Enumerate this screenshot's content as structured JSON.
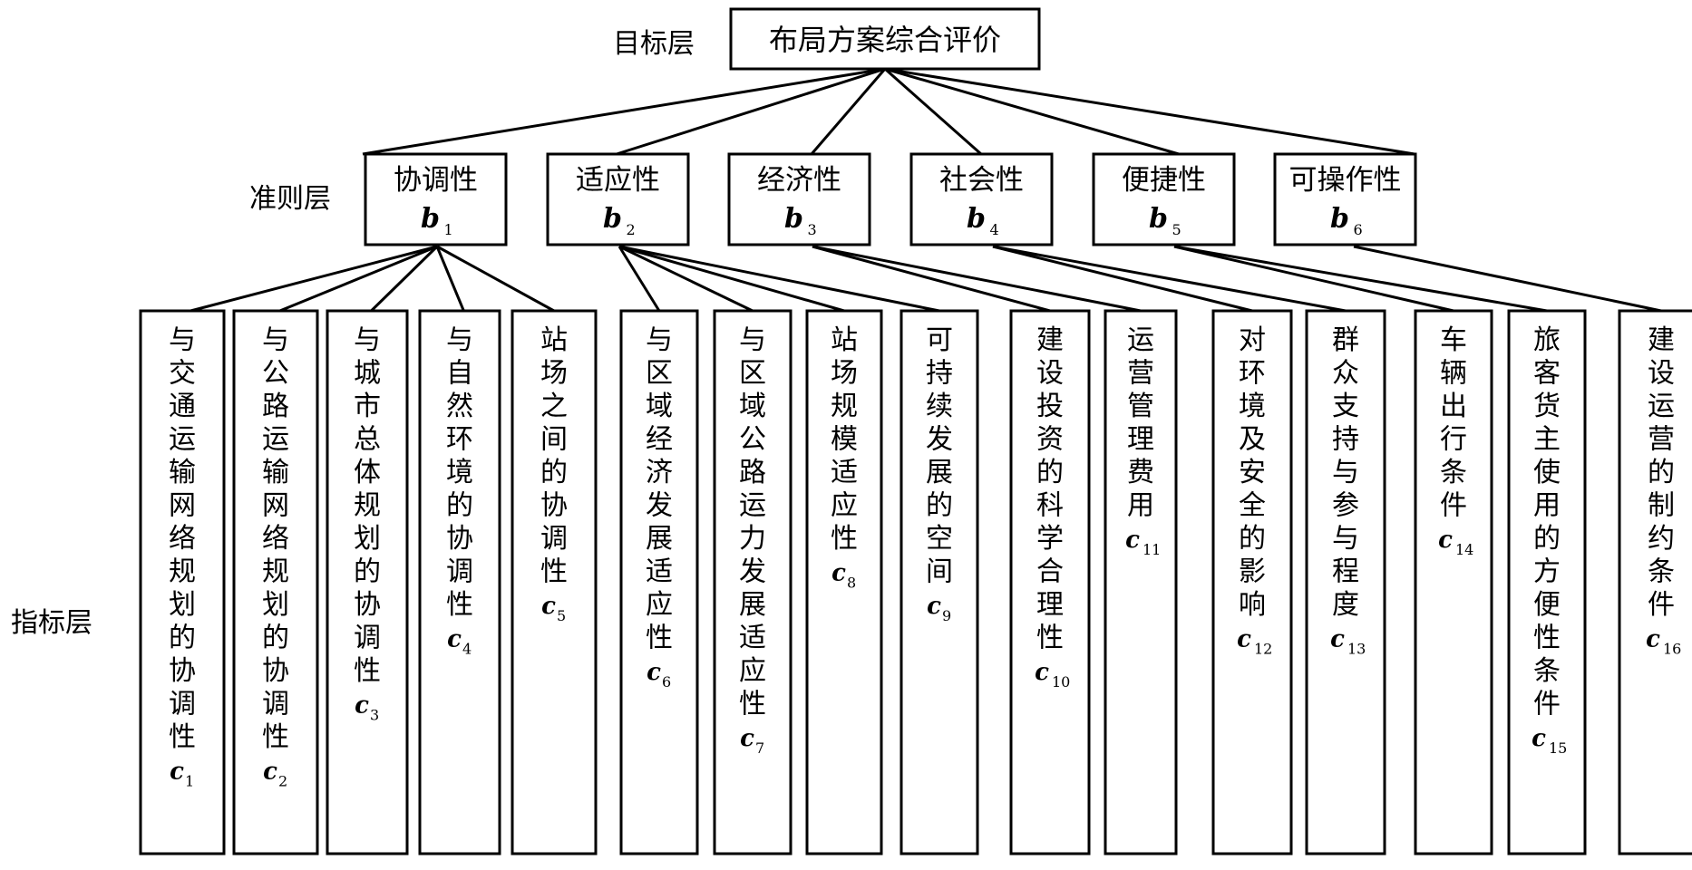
{
  "layers": {
    "goal_label": "目标层",
    "criteria_label": "准则层",
    "indicator_label": "指标层"
  },
  "goal": {
    "label": "布局方案综合评价"
  },
  "criteria": [
    {
      "label": "协调性",
      "var": "b",
      "sub": "1"
    },
    {
      "label": "适应性",
      "var": "b",
      "sub": "2"
    },
    {
      "label": "经济性",
      "var": "b",
      "sub": "3"
    },
    {
      "label": "社会性",
      "var": "b",
      "sub": "4"
    },
    {
      "label": "便捷性",
      "var": "b",
      "sub": "5"
    },
    {
      "label": "可操作性",
      "var": "b",
      "sub": "6"
    }
  ],
  "indicators": [
    {
      "label": "与交通运输网络规划的协调性",
      "var": "c",
      "sub": "1",
      "parent": 0
    },
    {
      "label": "与公路运输网络规划的协调性",
      "var": "c",
      "sub": "2",
      "parent": 0
    },
    {
      "label": "与城市总体规划的协调性",
      "var": "c",
      "sub": "3",
      "parent": 0
    },
    {
      "label": "与自然环境的协调性",
      "var": "c",
      "sub": "4",
      "parent": 0
    },
    {
      "label": "站场之间的协调性",
      "var": "c",
      "sub": "5",
      "parent": 0
    },
    {
      "label": "与区域经济发展适应性",
      "var": "c",
      "sub": "6",
      "parent": 1
    },
    {
      "label": "与区域公路运力发展适应性",
      "var": "c",
      "sub": "7",
      "parent": 1
    },
    {
      "label": "站场规模适应性",
      "var": "c",
      "sub": "8",
      "parent": 1
    },
    {
      "label": "可持续发展的空间",
      "var": "c",
      "sub": "9",
      "parent": 1
    },
    {
      "label": "建设投资的科学合理性",
      "var": "c",
      "sub": "10",
      "parent": 2
    },
    {
      "label": "运营管理费用",
      "var": "c",
      "sub": "11",
      "parent": 2
    },
    {
      "label": "对环境及安全的影响",
      "var": "c",
      "sub": "12",
      "parent": 3
    },
    {
      "label": "群众支持与参与程度",
      "var": "c",
      "sub": "13",
      "parent": 3
    },
    {
      "label": "车辆出行条件",
      "var": "c",
      "sub": "14",
      "parent": 4
    },
    {
      "label": "旅客货主使用的方便性条件",
      "var": "c",
      "sub": "15",
      "parent": 4
    },
    {
      "label": "建设运营的制约条件",
      "var": "c",
      "sub": "16",
      "parent": 5
    }
  ],
  "colors": {
    "stroke": "#000000",
    "background": "#ffffff",
    "text": "#000000"
  }
}
